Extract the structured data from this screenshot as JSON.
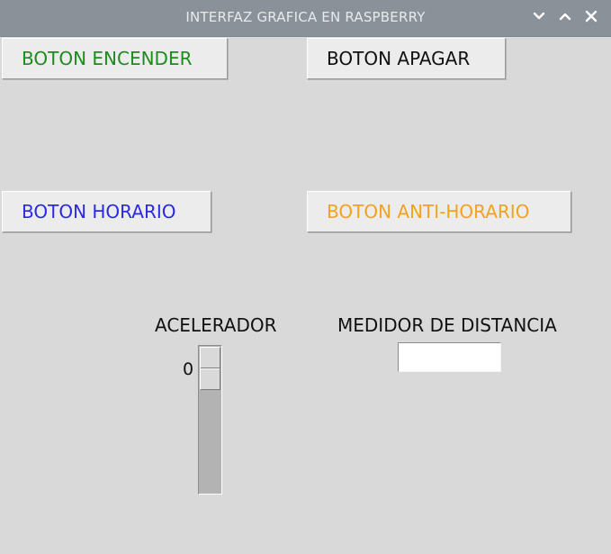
{
  "window": {
    "title": "INTERFAZ GRAFICA EN RASPBERRY",
    "controls": {
      "minimize_icon": "chevron-down-icon",
      "maximize_icon": "chevron-up-icon",
      "close_icon": "close-icon"
    }
  },
  "buttons": {
    "encender": {
      "label": "BOTON ENCENDER",
      "color": "#1e8b1e"
    },
    "apagar": {
      "label": "BOTON APAGAR",
      "color": "#111111"
    },
    "horario": {
      "label": "BOTON HORARIO",
      "color": "#2a2ae0"
    },
    "anti_horario": {
      "label": "BOTON ANTI-HORARIO",
      "color": "#f3a21f"
    }
  },
  "accelerator": {
    "label": "ACELERADOR",
    "value": "0"
  },
  "distance": {
    "label": "MEDIDOR DE DISTANCIA",
    "value": ""
  }
}
